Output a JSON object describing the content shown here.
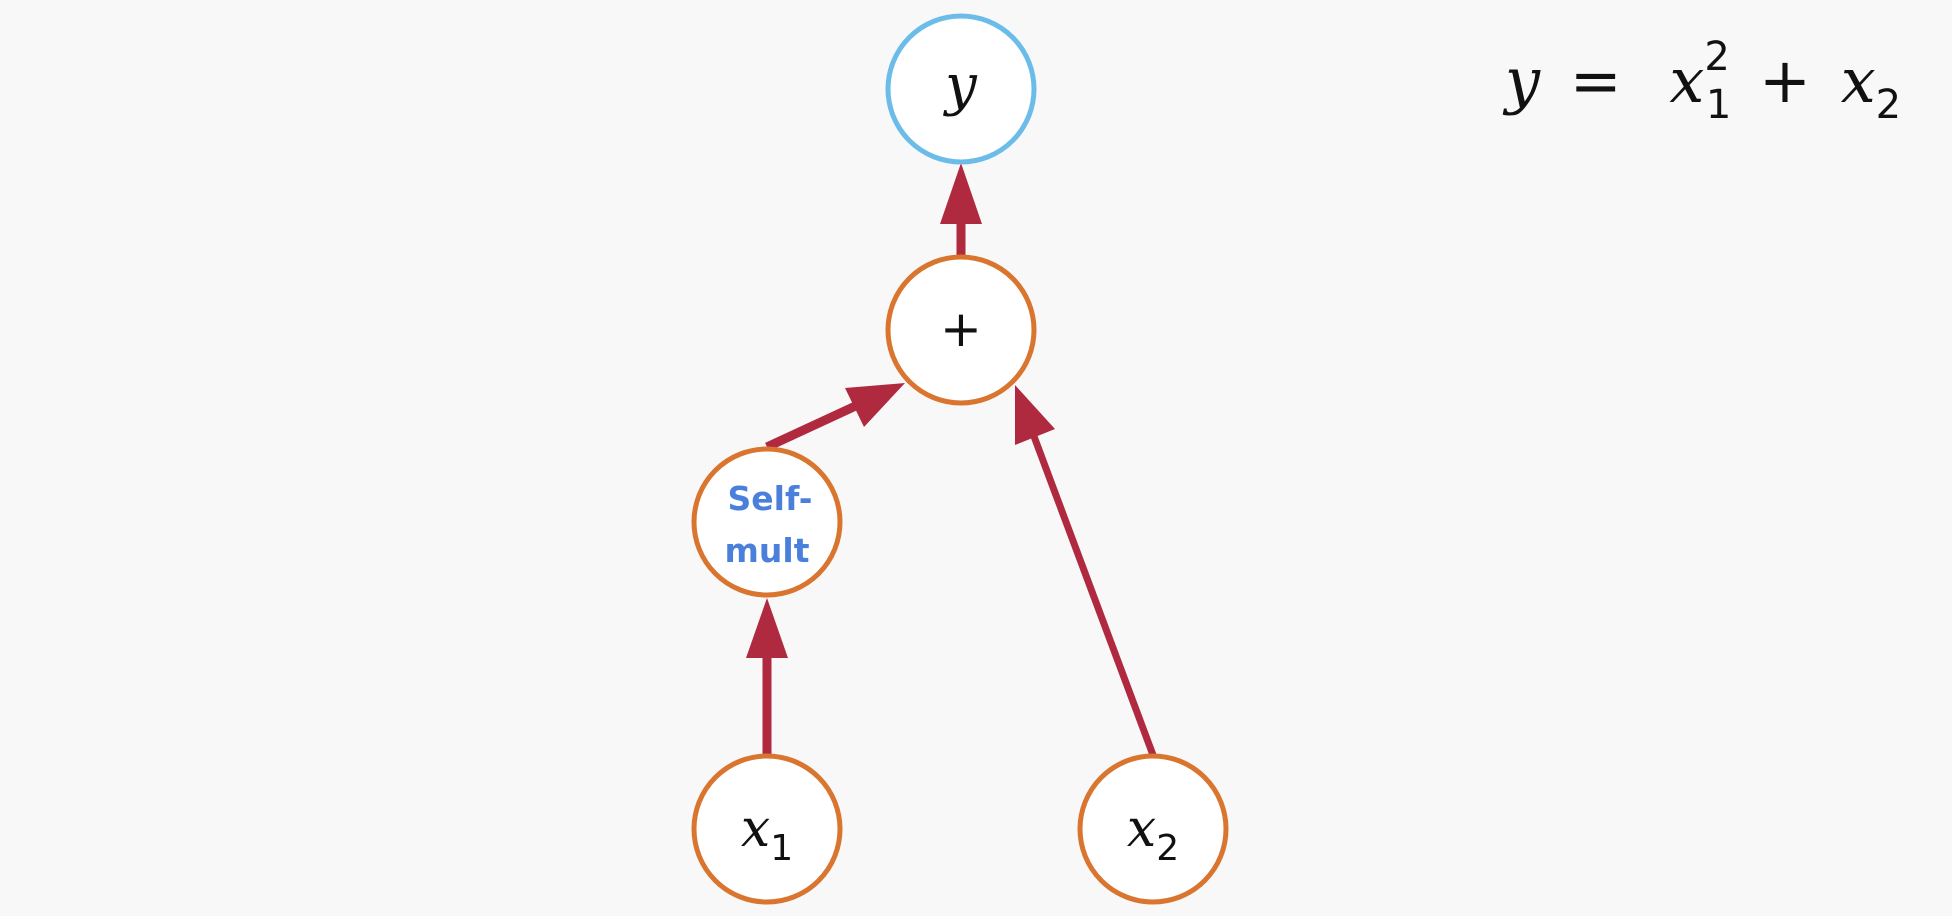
{
  "colors": {
    "output_node": "#6cbcea",
    "node": "#d9752f",
    "edge": "#b02a3f",
    "label_blue": "#4a80dc",
    "text": "#111111",
    "background": "#f8f8f8"
  },
  "nodes": {
    "y": {
      "var": "y",
      "sub": ""
    },
    "plus": {
      "label": "+"
    },
    "selfmult": {
      "line1": "Self-",
      "line2": "mult"
    },
    "x1": {
      "var": "x",
      "sub": "1"
    },
    "x2": {
      "var": "x",
      "sub": "2"
    }
  },
  "equation": {
    "lhs": "y",
    "eq": "=",
    "t1_var": "x",
    "t1_sub": "1",
    "t1_sup": "2",
    "plus": "+",
    "t2_var": "x",
    "t2_sub": "2"
  }
}
